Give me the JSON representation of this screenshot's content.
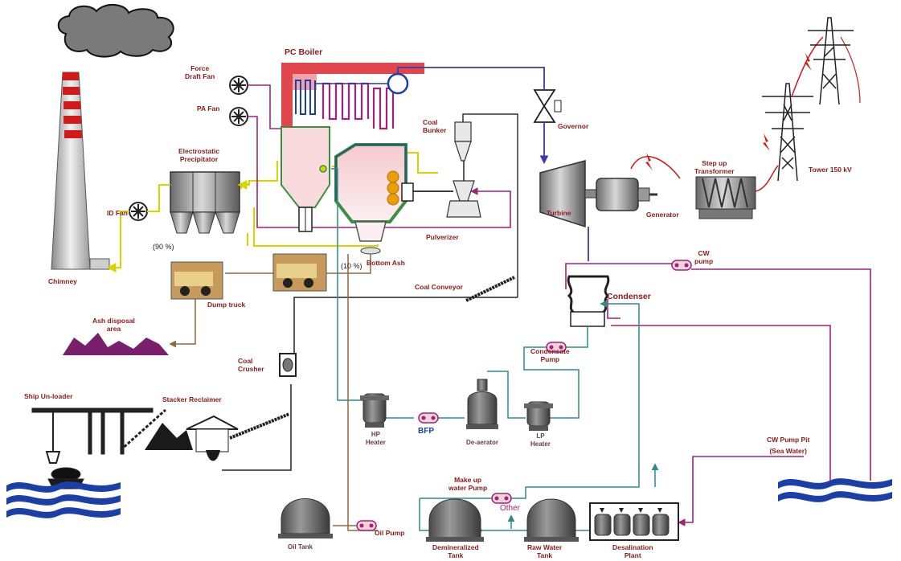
{
  "labels": {
    "pc_boiler": "PC Boiler",
    "force_draft_fan": "Force\nDraft Fan",
    "pa_fan": "PA Fan",
    "esp": "Electrostatic\nPrecipitator",
    "id_fan": "ID Fan",
    "chimney": "Chimney",
    "pct_90": "(90 %)",
    "pct_10": "(10 %)",
    "dump_truck": "Dump truck",
    "ash_disposal": "Ash disposal\narea",
    "bottom_ash": "Bottom Ash",
    "coal_bunker": "Coal\nBunker",
    "pulverizer": "Pulverizer",
    "governor": "Governor",
    "turbine": "Turbine",
    "generator": "Generator",
    "step_up": "Step up\nTransformer",
    "tower": "Tower 150 kV",
    "cw_pump": "CW\npump",
    "condenser": "Condenser",
    "coal_conveyor": "Coal Conveyor",
    "condensate_pump": "Condensate\nPump",
    "coal_crusher": "Coal\nCrusher",
    "ship_unloader": "Ship Un-loader",
    "stacker": "Stacker Reclaimer",
    "hp_heater": "HP\nHeater",
    "bfp": "BFP",
    "deaerator": "De-aerator",
    "lp_heater": "LP\nHeater",
    "cw_pump_pit": "CW Pump Pit\n(Sea Water)",
    "makeup_pump": "Make up\nwater Pump",
    "other": "Other",
    "oil_tank": "Oil Tank",
    "oil_pump": "Oil Pump",
    "demin_tank": "Demineralized\nTank",
    "raw_water_tank": "Raw Water\nTank",
    "desal_plant": "Desalination\nPlant"
  },
  "colors": {
    "label": "#8b1a1a",
    "boiler_red": "#e0474c",
    "steam_blue": "#3a3aa8",
    "purple": "#a0227a",
    "yellow": "#d8d400",
    "brown": "#8b6b3b",
    "teal": "#2e8b8b",
    "green": "#3d8f3d",
    "gray": "#666666",
    "ash": "#7a1f6a",
    "water": "#1a3fa6"
  }
}
